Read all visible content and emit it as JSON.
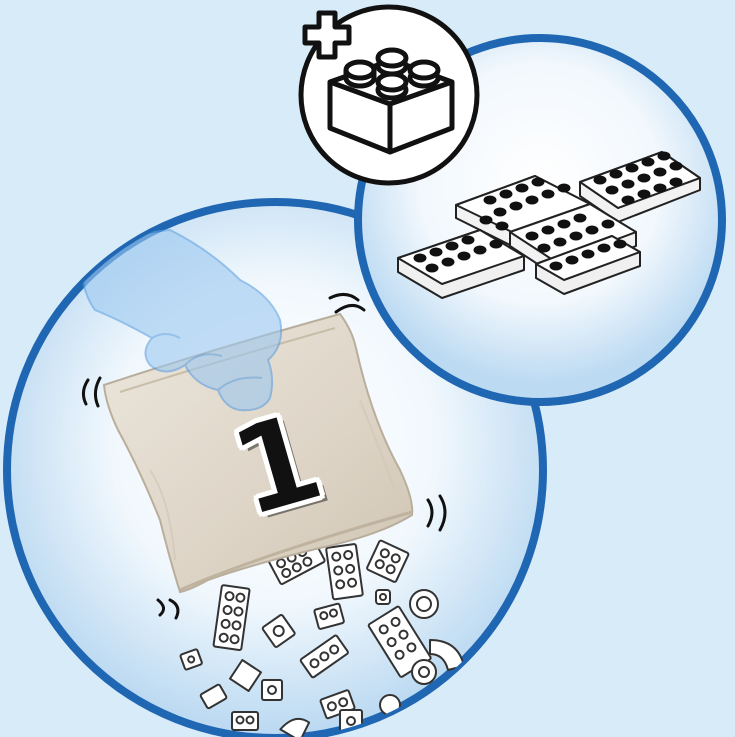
{
  "bag_number": "1",
  "icons": {
    "plus": "plus-icon",
    "brick": "lego-brick-icon",
    "plate": "lego-plate-assembly",
    "hand": "hand-icon",
    "bag": "parts-bag",
    "spill": "spilled-bricks"
  },
  "colors": {
    "background": "#d8ebf9",
    "circle_border": "#1f66b3",
    "circle_fill_center": "#ffffff",
    "circle_fill_edge": "#bcdaf2",
    "bag": "#e4ddd2",
    "hand": "#9cc8f0",
    "outline": "#111111"
  }
}
